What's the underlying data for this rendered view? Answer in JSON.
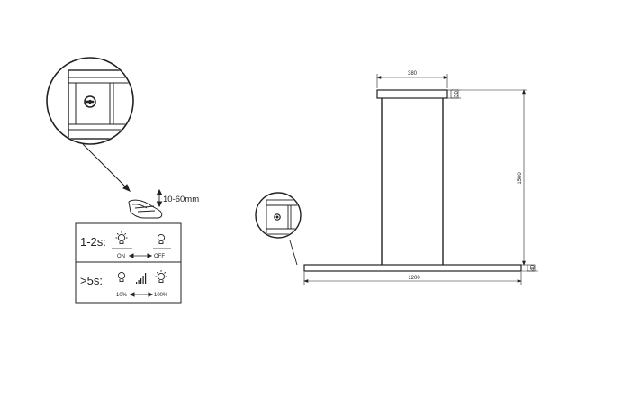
{
  "sensor": {
    "range_label": "10-60mm"
  },
  "control_panel": {
    "row1": {
      "label": "1-2s:",
      "left": "ON",
      "right": "OFF"
    },
    "row2": {
      "label": ">5s:",
      "left": "10%",
      "right": "100%"
    }
  },
  "dimensions": {
    "canopy_width": "380",
    "canopy_height": "50",
    "total_height": "1500",
    "bar_length": "1200",
    "bar_height": "40"
  },
  "colors": {
    "line": "#222222",
    "fill": "#ffffff"
  }
}
